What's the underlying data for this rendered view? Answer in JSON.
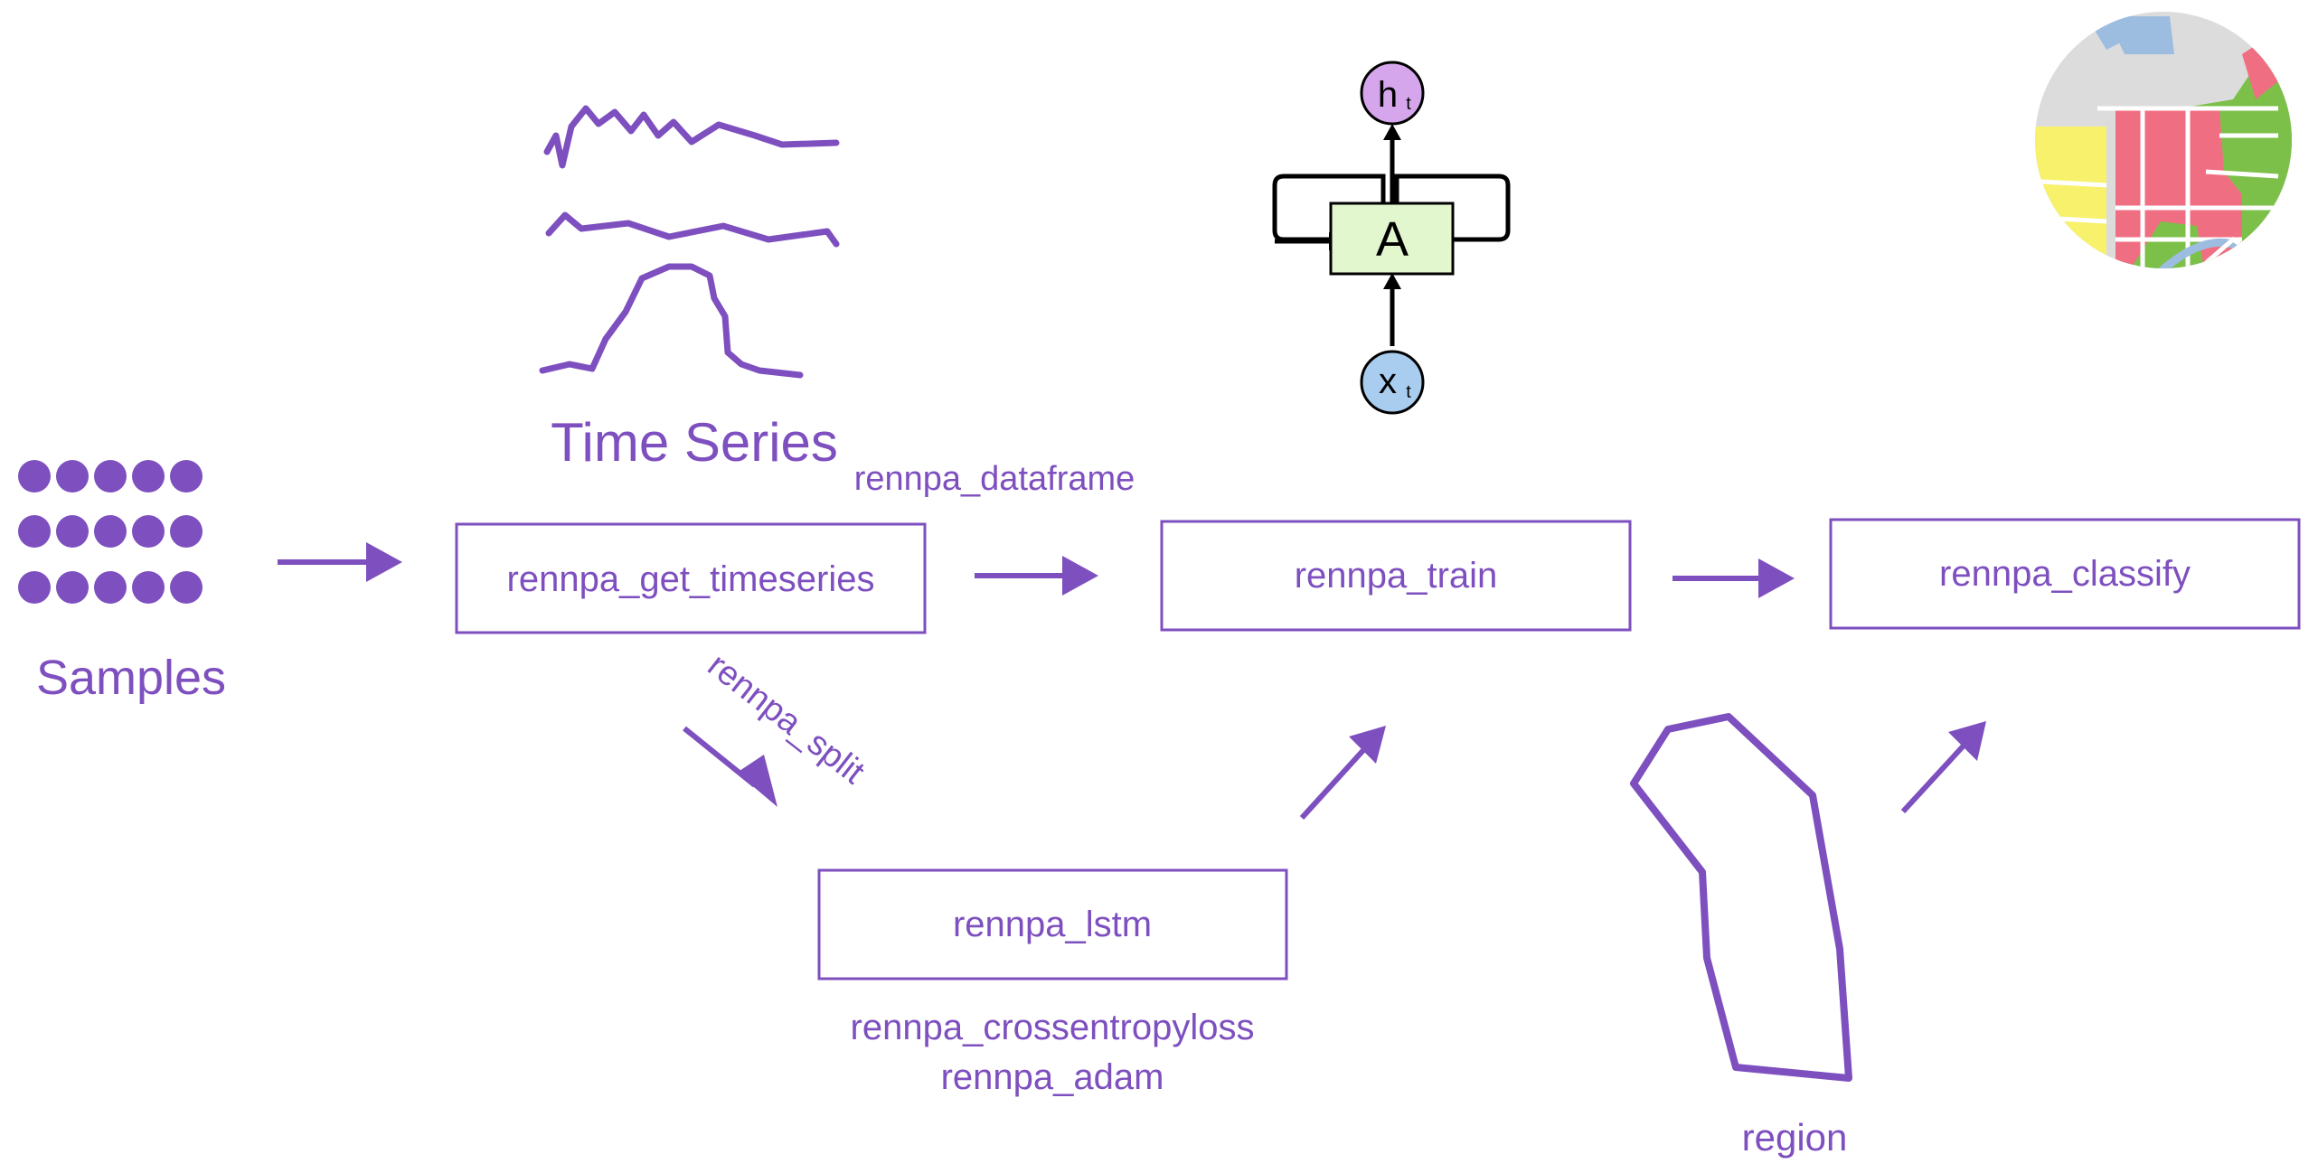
{
  "colors": {
    "accent": "#7e4fbf",
    "rnn_cell_fill": "#e3f7cf",
    "rnn_h_fill": "#d6a6ec",
    "rnn_x_fill": "#a9cdef",
    "map_green": "#7cc04a",
    "map_pink": "#f06e82",
    "map_yellow": "#f7f16b",
    "map_gray": "#dcdcdc",
    "map_water": "#9cbde0"
  },
  "samples": {
    "label": "Samples"
  },
  "time_series": {
    "label": "Time Series"
  },
  "functions": {
    "get_timeseries": "rennpa_get_timeseries",
    "train": "rennpa_train",
    "classify": "rennpa_classify",
    "lstm": "rennpa_lstm"
  },
  "edge_labels": {
    "dataframe": "rennpa_dataframe",
    "split": "rennpa_split"
  },
  "lstm_params": {
    "loss": "rennpa_crossentropyloss",
    "optimizer": "rennpa_adam"
  },
  "rnn_cell": {
    "cell_label": "A",
    "output_label": "h",
    "output_sub": "t",
    "input_label": "x",
    "input_sub": "t"
  },
  "region": {
    "label": "region"
  }
}
